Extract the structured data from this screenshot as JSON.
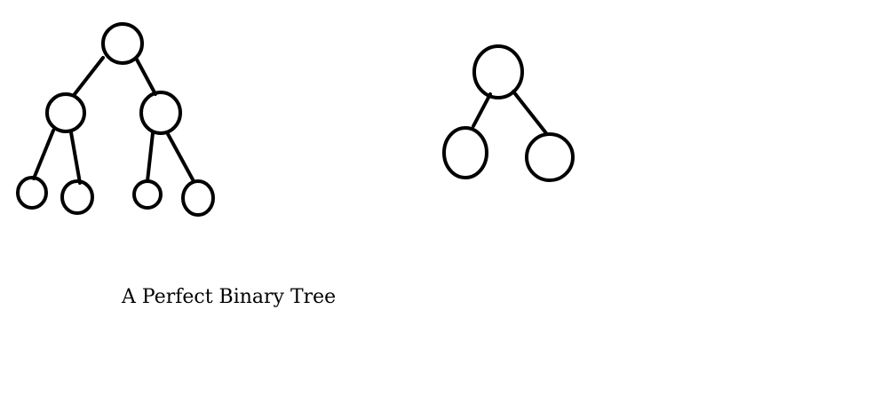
{
  "caption": "A Perfect Binary Tree",
  "colors": {
    "stroke": "#000000",
    "background": "#ffffff"
  },
  "diagrams": [
    {
      "id": "perfect-binary-tree",
      "nodes": [
        "root",
        "left",
        "right",
        "left-left",
        "left-right",
        "right-left",
        "right-right"
      ],
      "edges": [
        [
          "root",
          "left"
        ],
        [
          "root",
          "right"
        ],
        [
          "left",
          "left-left"
        ],
        [
          "left",
          "left-right"
        ],
        [
          "right",
          "right-left"
        ],
        [
          "right",
          "right-right"
        ]
      ]
    },
    {
      "id": "small-binary-tree",
      "nodes": [
        "root",
        "left",
        "right"
      ],
      "edges": [
        [
          "root",
          "left"
        ],
        [
          "root",
          "right"
        ]
      ]
    }
  ]
}
